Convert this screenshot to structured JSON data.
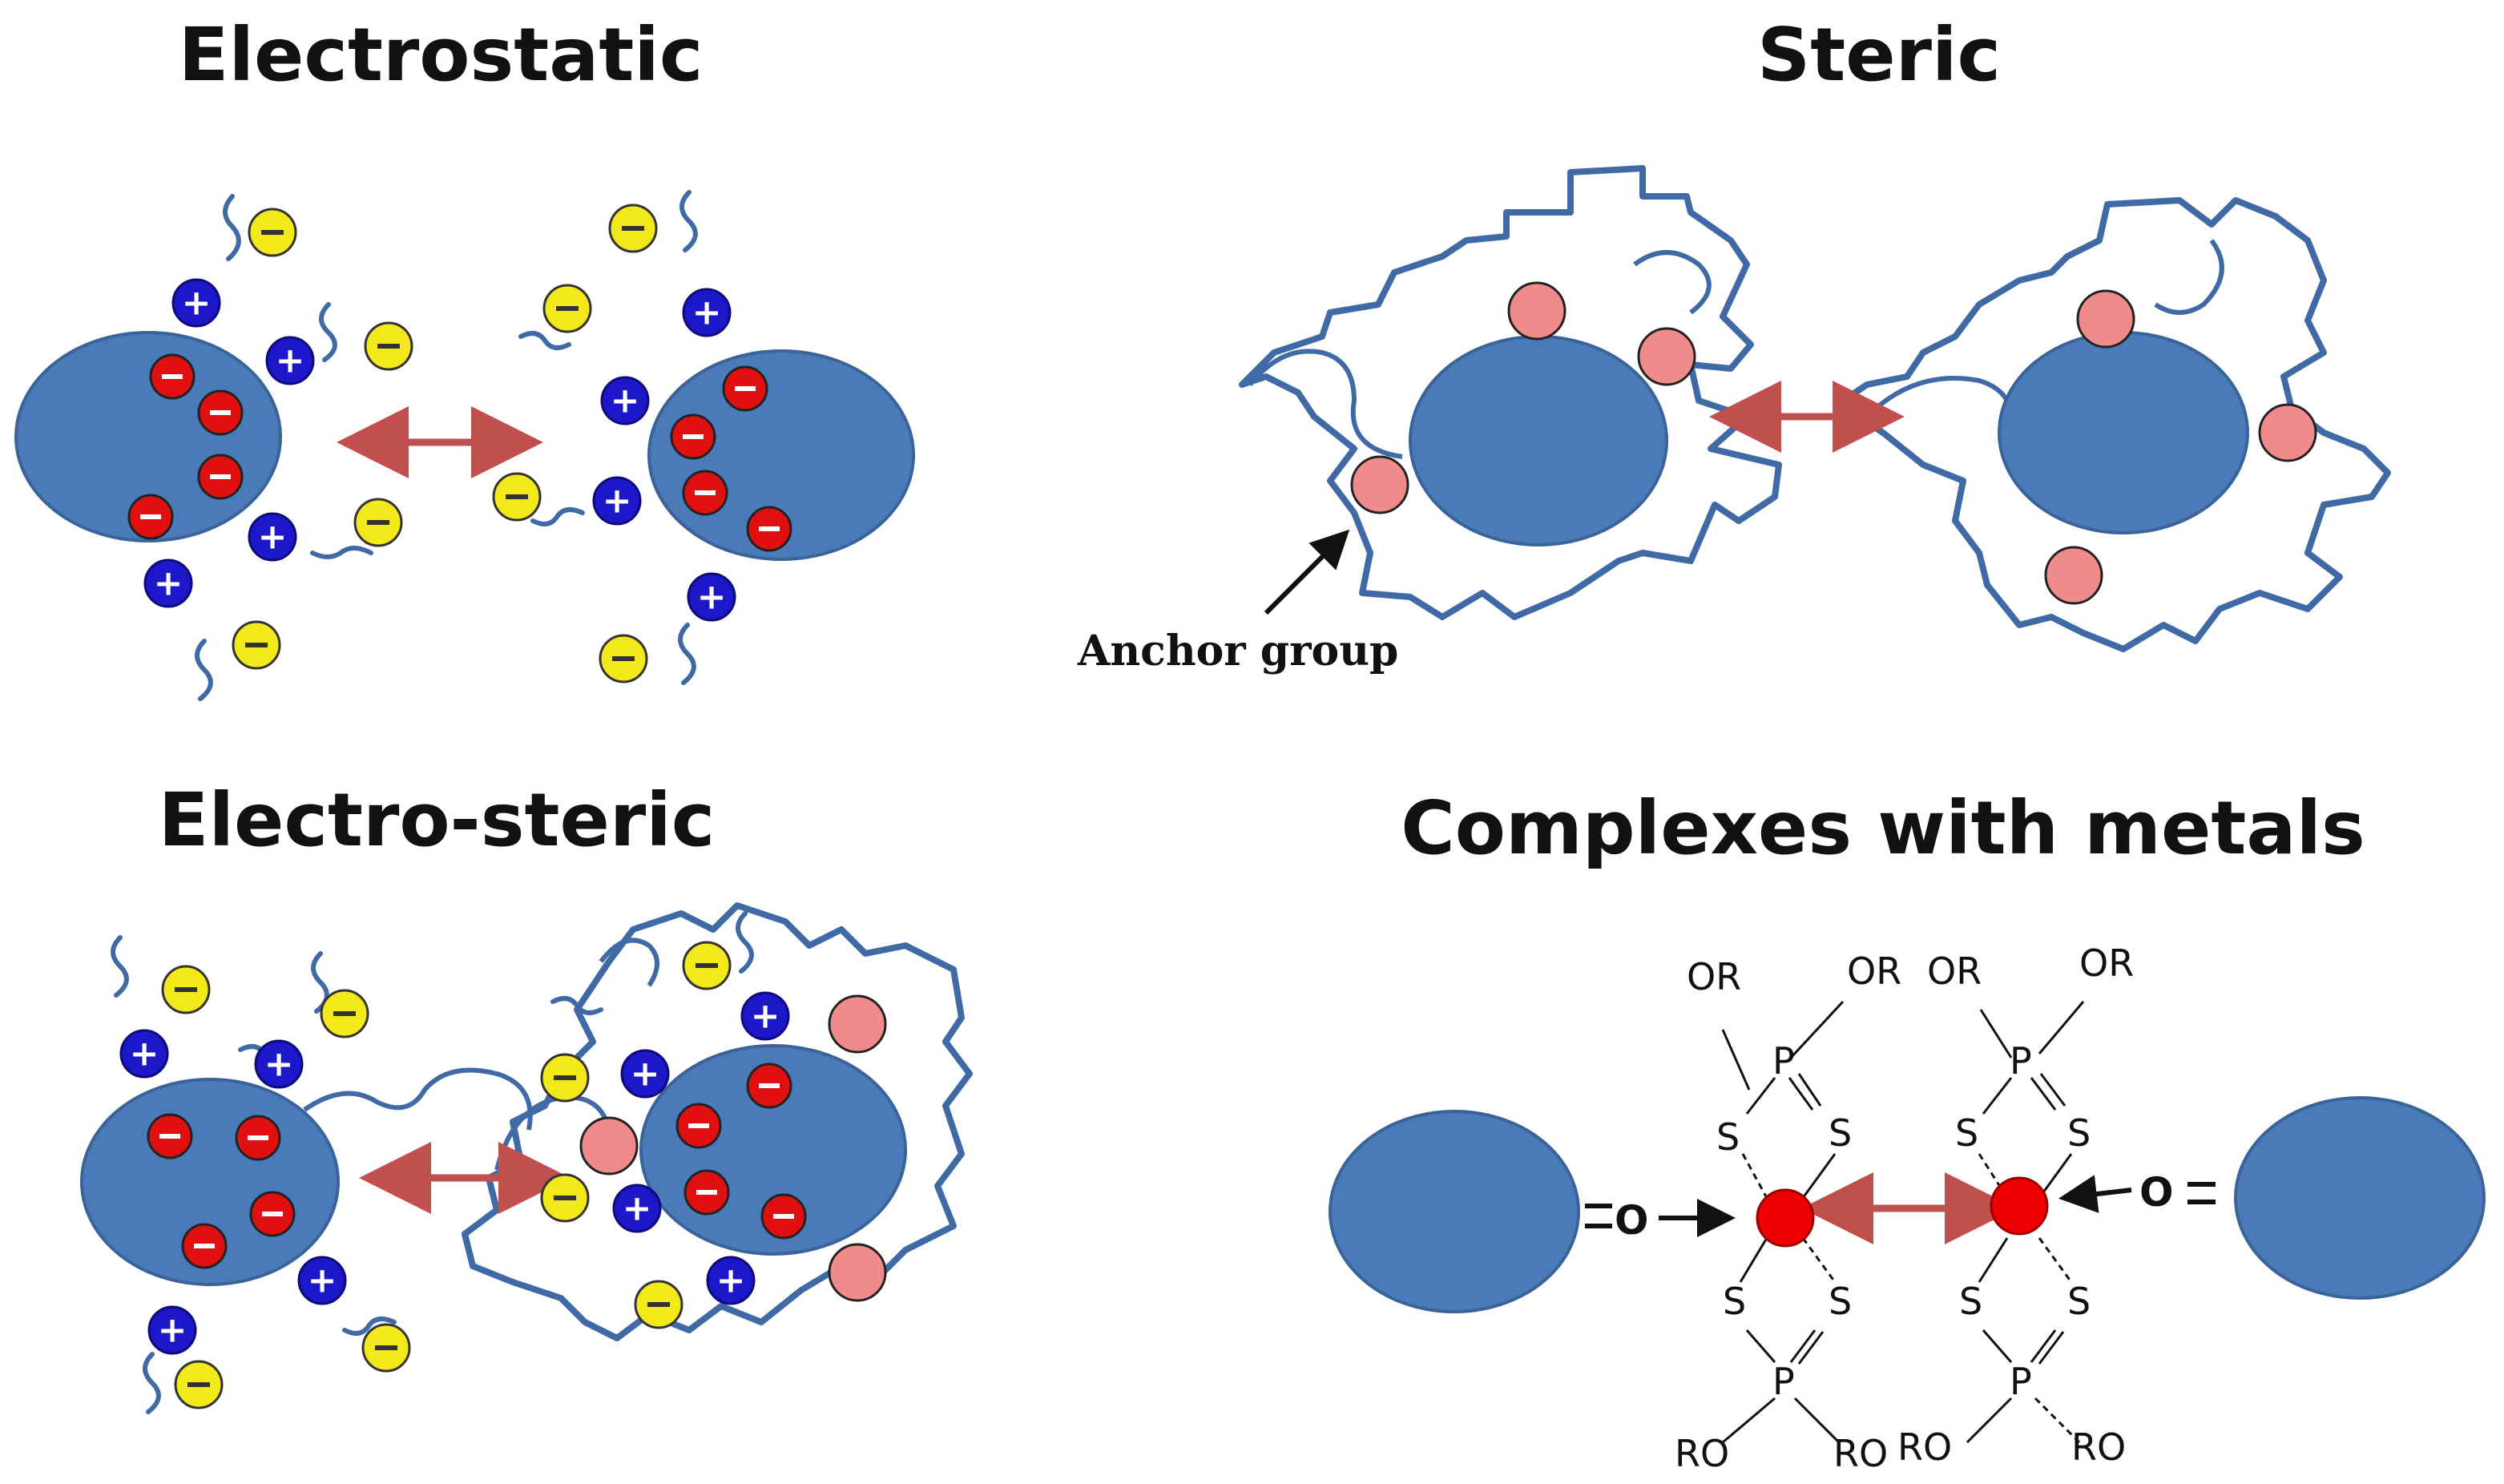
{
  "panels": {
    "electrostatic": {
      "title": "Electrostatic"
    },
    "steric": {
      "title": "Steric",
      "anchor_label": "Anchor group"
    },
    "electro_steric": {
      "title": "Electro-steric"
    },
    "complexes": {
      "title": "Complexes with metals",
      "ligand_groups": {
        "top": "OR",
        "bottom": "RO"
      },
      "phosphorus": "P",
      "sulfur": "S",
      "oxygen": "O"
    }
  },
  "signs": {
    "positive": "+",
    "negative": "−"
  },
  "colors": {
    "particle": "#4a7ab8",
    "polymer_chain": "#3f6aa6",
    "positive_ion": "#1c17c9",
    "negative_ion_in_particle": "#e01010",
    "negative_ion_free": "#f2e81a",
    "anchor_group": "#f08b8b",
    "metal_center": "#ee0000",
    "repulsion_arrow": "#c0504d"
  }
}
